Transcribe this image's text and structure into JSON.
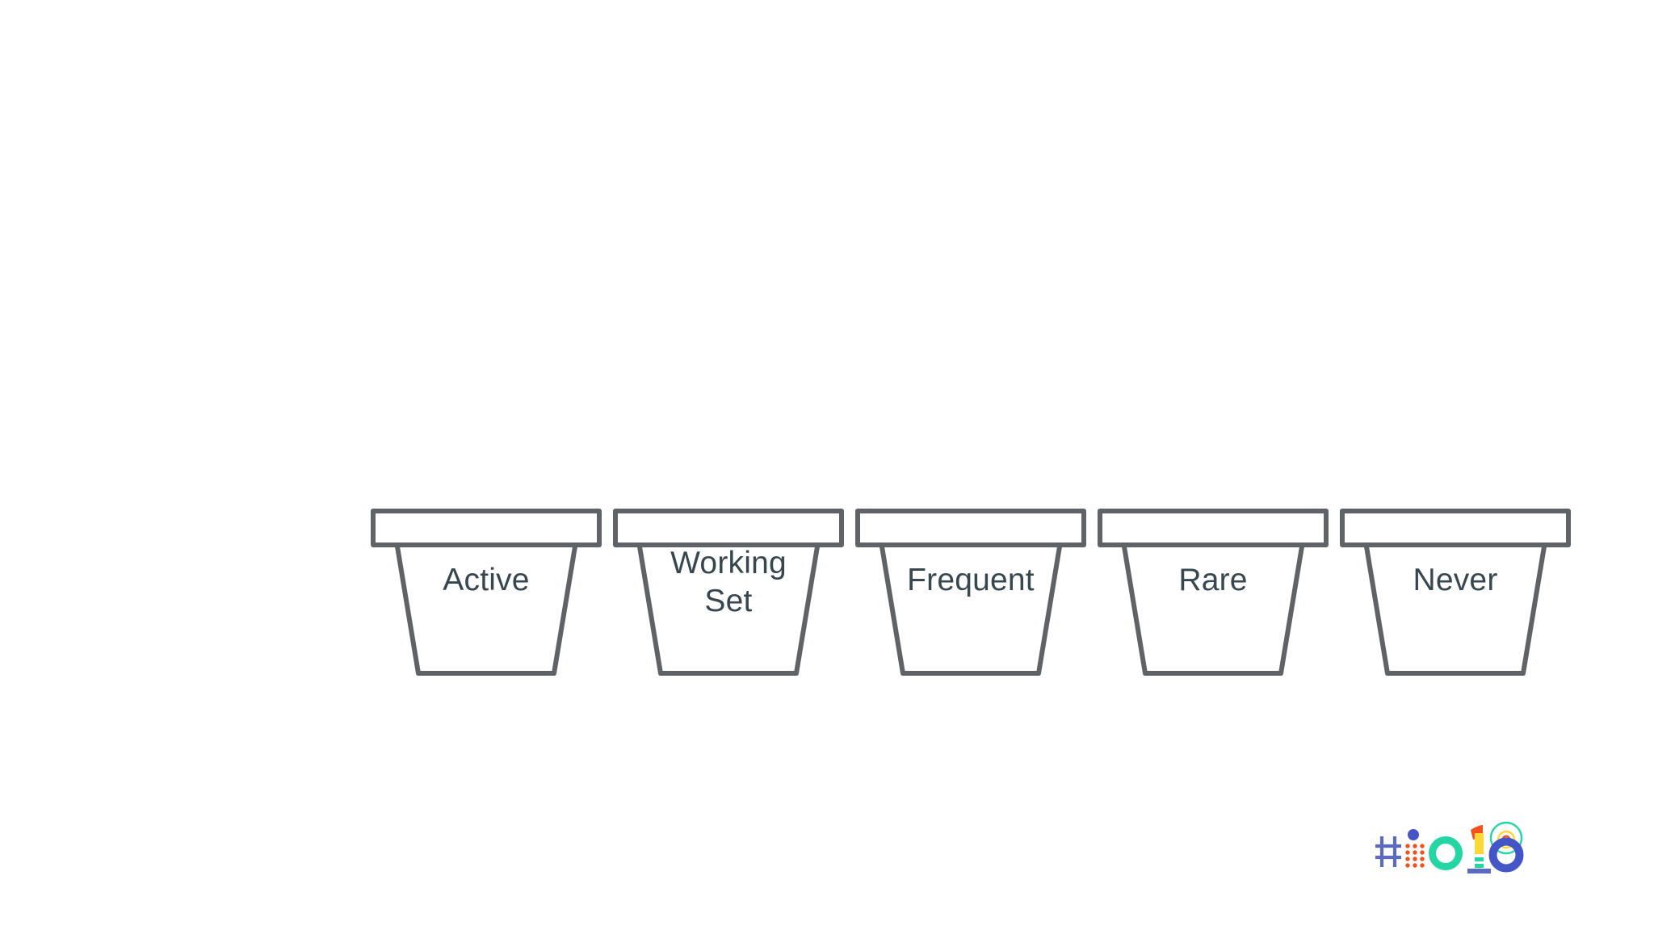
{
  "slide": {
    "background_color": "#ffffff",
    "title": "",
    "diagram_name": "app-standby-buckets"
  },
  "buckets": {
    "stroke_color": "#5f6368",
    "label_color": "#37474f",
    "fill_color": "#ffffff",
    "items": [
      {
        "id": "active",
        "label": "Active",
        "lines": 1
      },
      {
        "id": "working-set",
        "label": "Working\nSet",
        "lines": 2
      },
      {
        "id": "frequent",
        "label": "Frequent",
        "lines": 1
      },
      {
        "id": "rare",
        "label": "Rare",
        "lines": 1
      },
      {
        "id": "never",
        "label": "Never",
        "lines": 1
      }
    ]
  },
  "logo": {
    "name": "google-io-2018-logo",
    "text": "#io18",
    "colors": {
      "hash_blue": "#5c6bc0",
      "dot_grid_orange": "#f4511e",
      "i_dot_blue": "#4355c7",
      "o_green": "#24d6a3",
      "one_flag_orange": "#f4511e",
      "one_stem_yellow": "#fdd835",
      "one_dash_green": "#24d6a3",
      "one_base_blue": "#5c6bc0",
      "eight_top_ring_green": "#24d6a3",
      "eight_inner_yellow": "#fdd835",
      "eight_inner_dot_orange": "#f4511e",
      "eight_bottom_blue": "#4355c7"
    }
  }
}
